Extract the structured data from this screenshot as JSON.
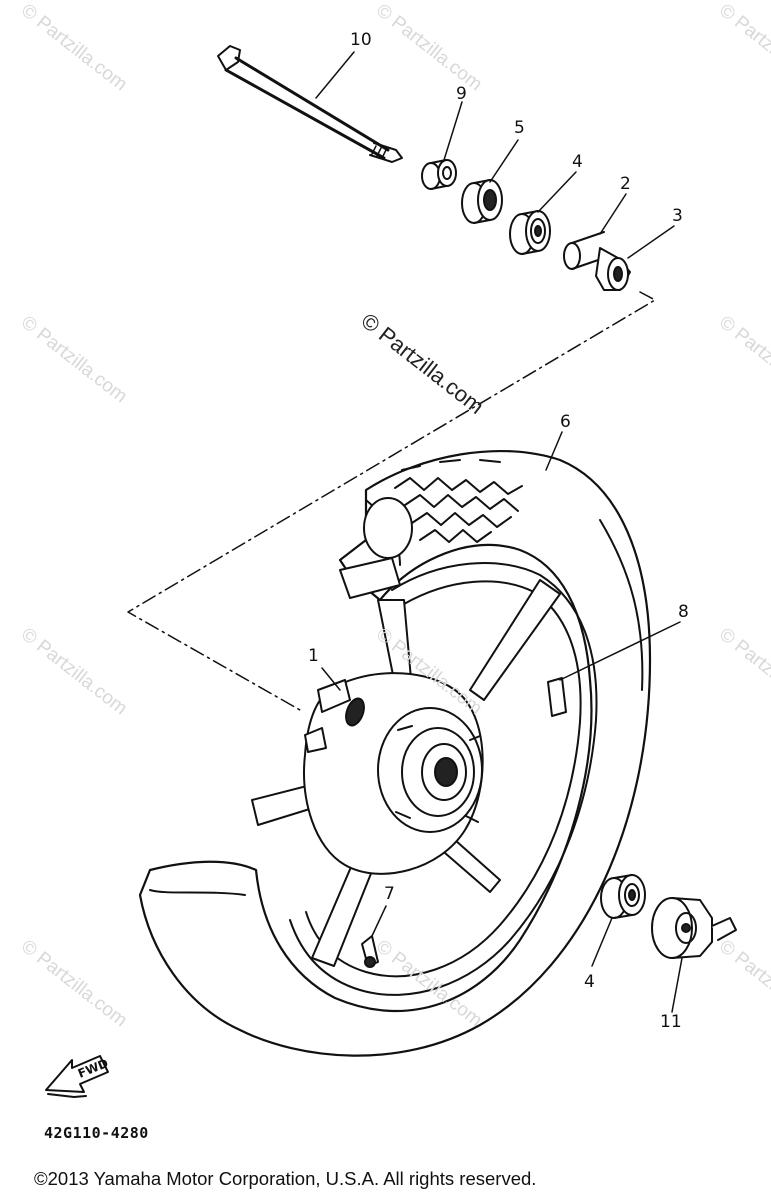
{
  "watermark": {
    "text": "© Partzilla.com"
  },
  "callouts": [
    "10",
    "9",
    "5",
    "4",
    "2",
    "3",
    "6",
    "8",
    "1",
    "7",
    "4",
    "11"
  ],
  "fwd_label": "FWD",
  "part_code": "42G110-4280",
  "copyright": "©2013  Yamaha Motor Corporation, U.S.A. All rights reserved."
}
